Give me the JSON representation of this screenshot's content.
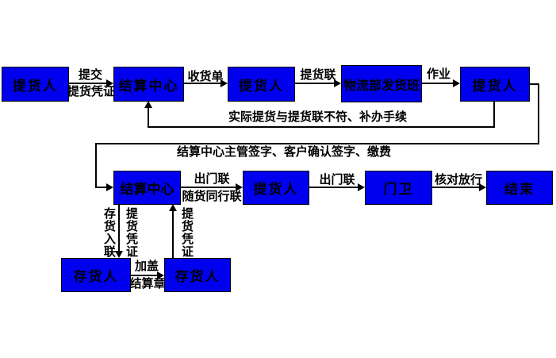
{
  "colors": {
    "background": "#ffffff",
    "node_fill": "#0000ee",
    "node_border": "#000000",
    "node_text": "#000000",
    "line_color": "#000000"
  },
  "nodes": {
    "pickup1": {
      "label": "提货人"
    },
    "settlement1": {
      "label": "结算中心"
    },
    "pickup2": {
      "label": "提货人"
    },
    "logistics": {
      "label": "物流部发货班"
    },
    "pickup3": {
      "label": "提货人"
    },
    "settlement2": {
      "label": "结算中心"
    },
    "pickup4": {
      "label": "提货人"
    },
    "guard": {
      "label": "门卫"
    },
    "end": {
      "label": "结束"
    },
    "depositor1": {
      "label": "存货人"
    },
    "depositor2": {
      "label": "存货人"
    }
  },
  "edge_labels": {
    "submit": {
      "line1": "提交",
      "line2": "提货凭证"
    },
    "receipt_note": "收货单",
    "pickup_copy": "提货联",
    "operation": "作业",
    "mismatch": "实际提货与提货联不符、补办手续",
    "sign_pay": "结算中心主管签字、客户确认签字、缴费",
    "exit_copy": {
      "line1": "出门联",
      "line2": "随货同行联"
    },
    "exit_copy2": "出门联",
    "verify_release": "核对放行",
    "store_in_copy": "存货入联",
    "voucher_down": "提货凭证",
    "voucher_up": "提货凭证",
    "stamp": {
      "line1": "加盖",
      "line2": "结算章"
    }
  },
  "edges": [
    {
      "from": "pickup1",
      "to": "settlement1",
      "label": "提交 提货凭证"
    },
    {
      "from": "settlement1",
      "to": "pickup2",
      "label": "收货单"
    },
    {
      "from": "pickup2",
      "to": "logistics",
      "label": "提货联"
    },
    {
      "from": "logistics",
      "to": "pickup3",
      "label": "作业"
    },
    {
      "from": "pickup3",
      "to": "settlement1",
      "label": "实际提货与提货联不符、补办手续"
    },
    {
      "from": "pickup3",
      "to": "settlement2",
      "label": "结算中心主管签字、客户确认签字、缴费"
    },
    {
      "from": "settlement2",
      "to": "pickup4",
      "label": "出门联 随货同行联"
    },
    {
      "from": "pickup4",
      "to": "guard",
      "label": "出门联"
    },
    {
      "from": "guard",
      "to": "end",
      "label": "核对放行"
    },
    {
      "from": "settlement2",
      "to": "depositor1",
      "label": "存货入联 提货凭证"
    },
    {
      "from": "depositor1",
      "to": "depositor2",
      "label": "加盖 结算章"
    },
    {
      "from": "depositor2",
      "to": "settlement2",
      "label": "提货凭证"
    }
  ]
}
